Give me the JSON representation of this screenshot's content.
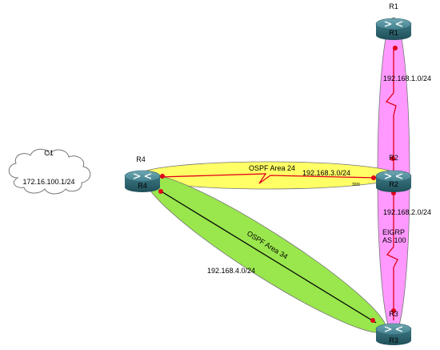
{
  "routers": {
    "r1": {
      "top_label": "R1",
      "icon_label": "R1"
    },
    "r2": {
      "top_label": "R2",
      "icon_label": "R2"
    },
    "r3": {
      "top_label": "R3",
      "icon_label": "R3"
    },
    "r4": {
      "top_label": "R4",
      "icon_label": "R4"
    }
  },
  "cloud": {
    "name": "C1",
    "network": "172.16.100.1/24"
  },
  "links": {
    "r1_r2": "192.168.1.0/24",
    "r2_r3": "192.168.2.0/24",
    "r4_r2": "192.168.3.0/24",
    "r4_r3": "192.168.4.0/24",
    "r4_r2_port": "30/0"
  },
  "areas": {
    "ospf24": "OSPF Area 24",
    "ospf34": "OSPF Area 34",
    "eigrp_line1": "EIGRP",
    "eigrp_line2": "AS 100"
  },
  "colors": {
    "ospf24_fill": "#ffff66",
    "ospf34_fill": "#99e64d",
    "eigrp_fill": "#ff99ff",
    "serial_link": "#e0001a",
    "ethernet_link": "#000000",
    "router_body": "#3f7f8c"
  }
}
